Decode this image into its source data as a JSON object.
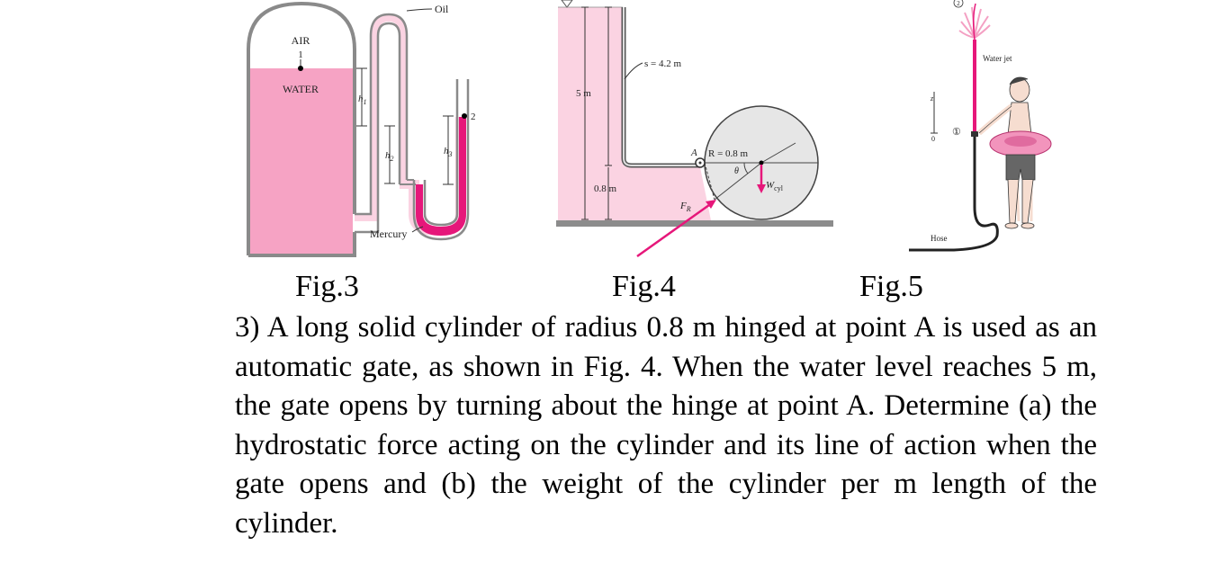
{
  "fig3": {
    "air": "AIR",
    "water": "WATER",
    "point1": "1",
    "point2": "2",
    "oil": "Oil",
    "mercury": "Mercury",
    "h1": "h",
    "h1_sub": "1",
    "h2": "h",
    "h2_sub": "2",
    "h3": "h",
    "h3_sub": "3",
    "caption": "Fig.3"
  },
  "fig4": {
    "s_label": "s = 4.2 m",
    "depth_label": "5 m",
    "gap_label": "0.8 m",
    "hinge_label": "A",
    "radius_label": "R = 0.8 m",
    "theta": "θ",
    "weight": "W",
    "weight_sub": "cyl",
    "force": "F",
    "force_sub": "R",
    "caption": "Fig.4"
  },
  "fig5": {
    "top_marker": "2",
    "water_jet": "Water jet",
    "z_label": "z",
    "zero_label": "0",
    "point1_marker": "①",
    "hose": "Hose",
    "caption": "Fig.5"
  },
  "problem": {
    "text": "3) A long solid cylinder of radius 0.8 m hinged at point A is used as an automatic gate, as shown in Fig. 4. When the water level reaches 5 m, the gate opens by turning about the hinge at point A. Determine (a) the hydrostatic force acting on the cylinder and its line of action when the gate opens and (b) the weight of the cylinder per m length of the cylinder."
  },
  "colors": {
    "water": "#f6a3c4",
    "pink_light": "#fbd3e2",
    "magenta": "#e6177a",
    "steel": "#777777"
  }
}
